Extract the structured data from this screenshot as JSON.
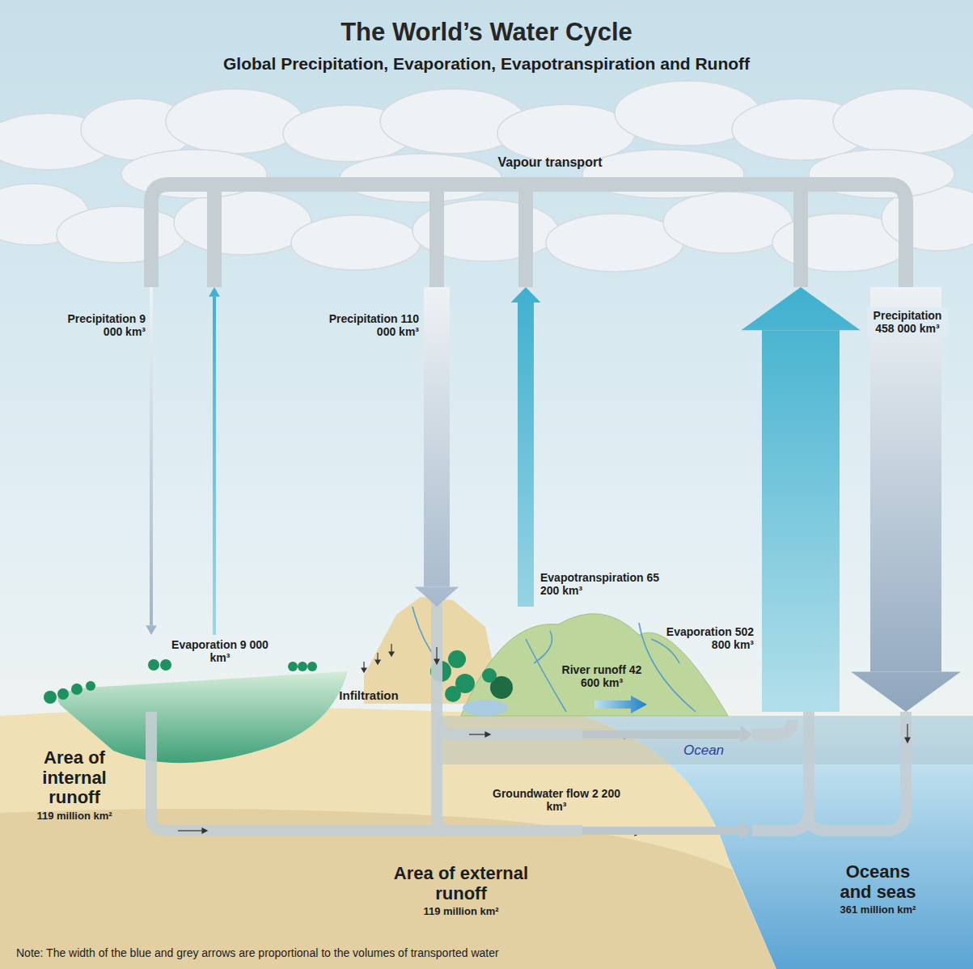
{
  "diagram": {
    "title": "The World’s Water Cycle",
    "nodes": [
      {
        "text": [
          "Vapour transport"
        ]
      },
      {
        "text": [
          "Area of internal runoff",
          "119 million km²"
        ]
      },
      {
        "text": [
          "Area of external runoff",
          "119 million km²"
        ]
      },
      {
        "text": [
          "Oceans and seas",
          "361 million km²"
        ]
      }
    ],
    "edges": [
      {
        "from": 0,
        "to": 1,
        "arrow": "to",
        "label": "Precipitation 9 000 km³"
      },
      {
        "from": 1,
        "to": 0,
        "arrow": "to",
        "label": "Evaporation 9 000 km³"
      },
      {
        "from": 0,
        "to": 2,
        "arrow": "to",
        "label": "Precipitation 110 000 km³"
      },
      {
        "from": 2,
        "to": 0,
        "arrow": "to",
        "label": "Evapotranspiration 65 200 km³"
      },
      {
        "from": 3,
        "to": 0,
        "arrow": "to",
        "label": "Evaporation 502 800 km³"
      },
      {
        "from": 0,
        "to": 3,
        "arrow": "to",
        "label": "Precipitation 458 000 km³"
      },
      {
        "from": 2,
        "to": 3,
        "arrow": "to",
        "label": "River runoff 42 600 km³"
      },
      {
        "from": 2,
        "to": 3,
        "arrow": "to",
        "label": "Groundwater flow 2 200 km³"
      }
    ],
    "labels": [
      "Global Precipitation, Evaporation, Evapotranspiration and Runoff",
      "Infiltration",
      "Ocean",
      "Note: The width of the blue and grey arrows are proportional to the volumes of transported water"
    ]
  }
}
